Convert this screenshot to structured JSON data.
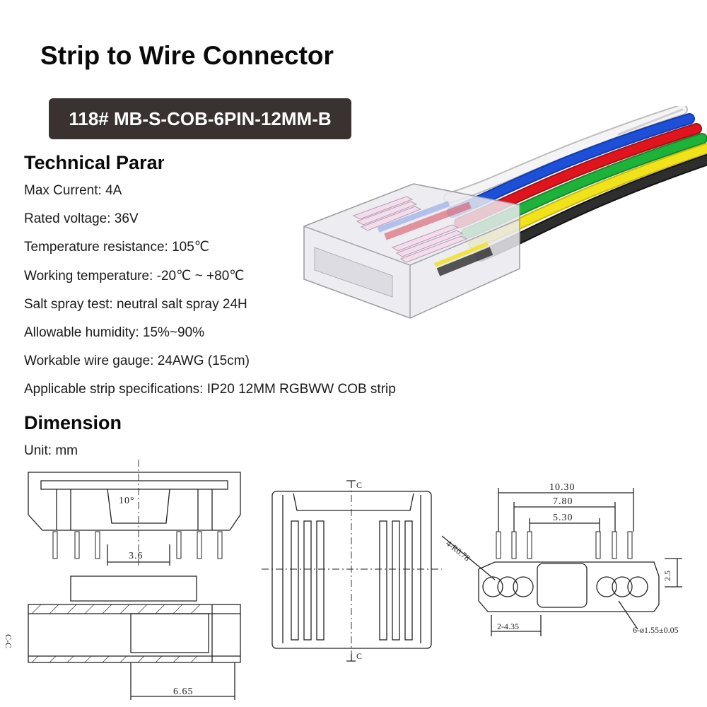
{
  "title": "Strip to Wire Connector",
  "model": "118# MB-S-COB-6PIN-12MM-B",
  "technical": {
    "heading": "Technical Parameters",
    "specs": [
      "Max Current: 4A",
      "Rated voltage: 36V",
      "Temperature resistance: 105℃",
      "Working temperature: -20℃ ~ +80℃",
      "Salt spray test: neutral salt spray 24H",
      "Allowable humidity: 15%~90%",
      "Workable wire gauge: 24AWG (15cm)",
      "Applicable strip specifications: IP20 12MM  RGBWW COB strip"
    ]
  },
  "dimension": {
    "heading": "Dimension",
    "unit": "Unit: mm",
    "labels": {
      "angle": "10°",
      "pitch": "3.6",
      "length": "6.65",
      "section_marker": "C",
      "section_label": "C-C",
      "width_total": "10.30",
      "width_mid": "7.80",
      "width_inner": "5.30",
      "radius": "4-R0.78",
      "height": "2.5",
      "hole_pitch": "2-4.35",
      "hole_diameter": "6-ø1.55±0.05"
    }
  },
  "wire_colors": {
    "white": "#e8e8e8",
    "blue": "#1d4fd8",
    "red": "#e0141c",
    "green": "#1db33a",
    "yellow": "#f2e21a",
    "black": "#2a2a2a"
  }
}
